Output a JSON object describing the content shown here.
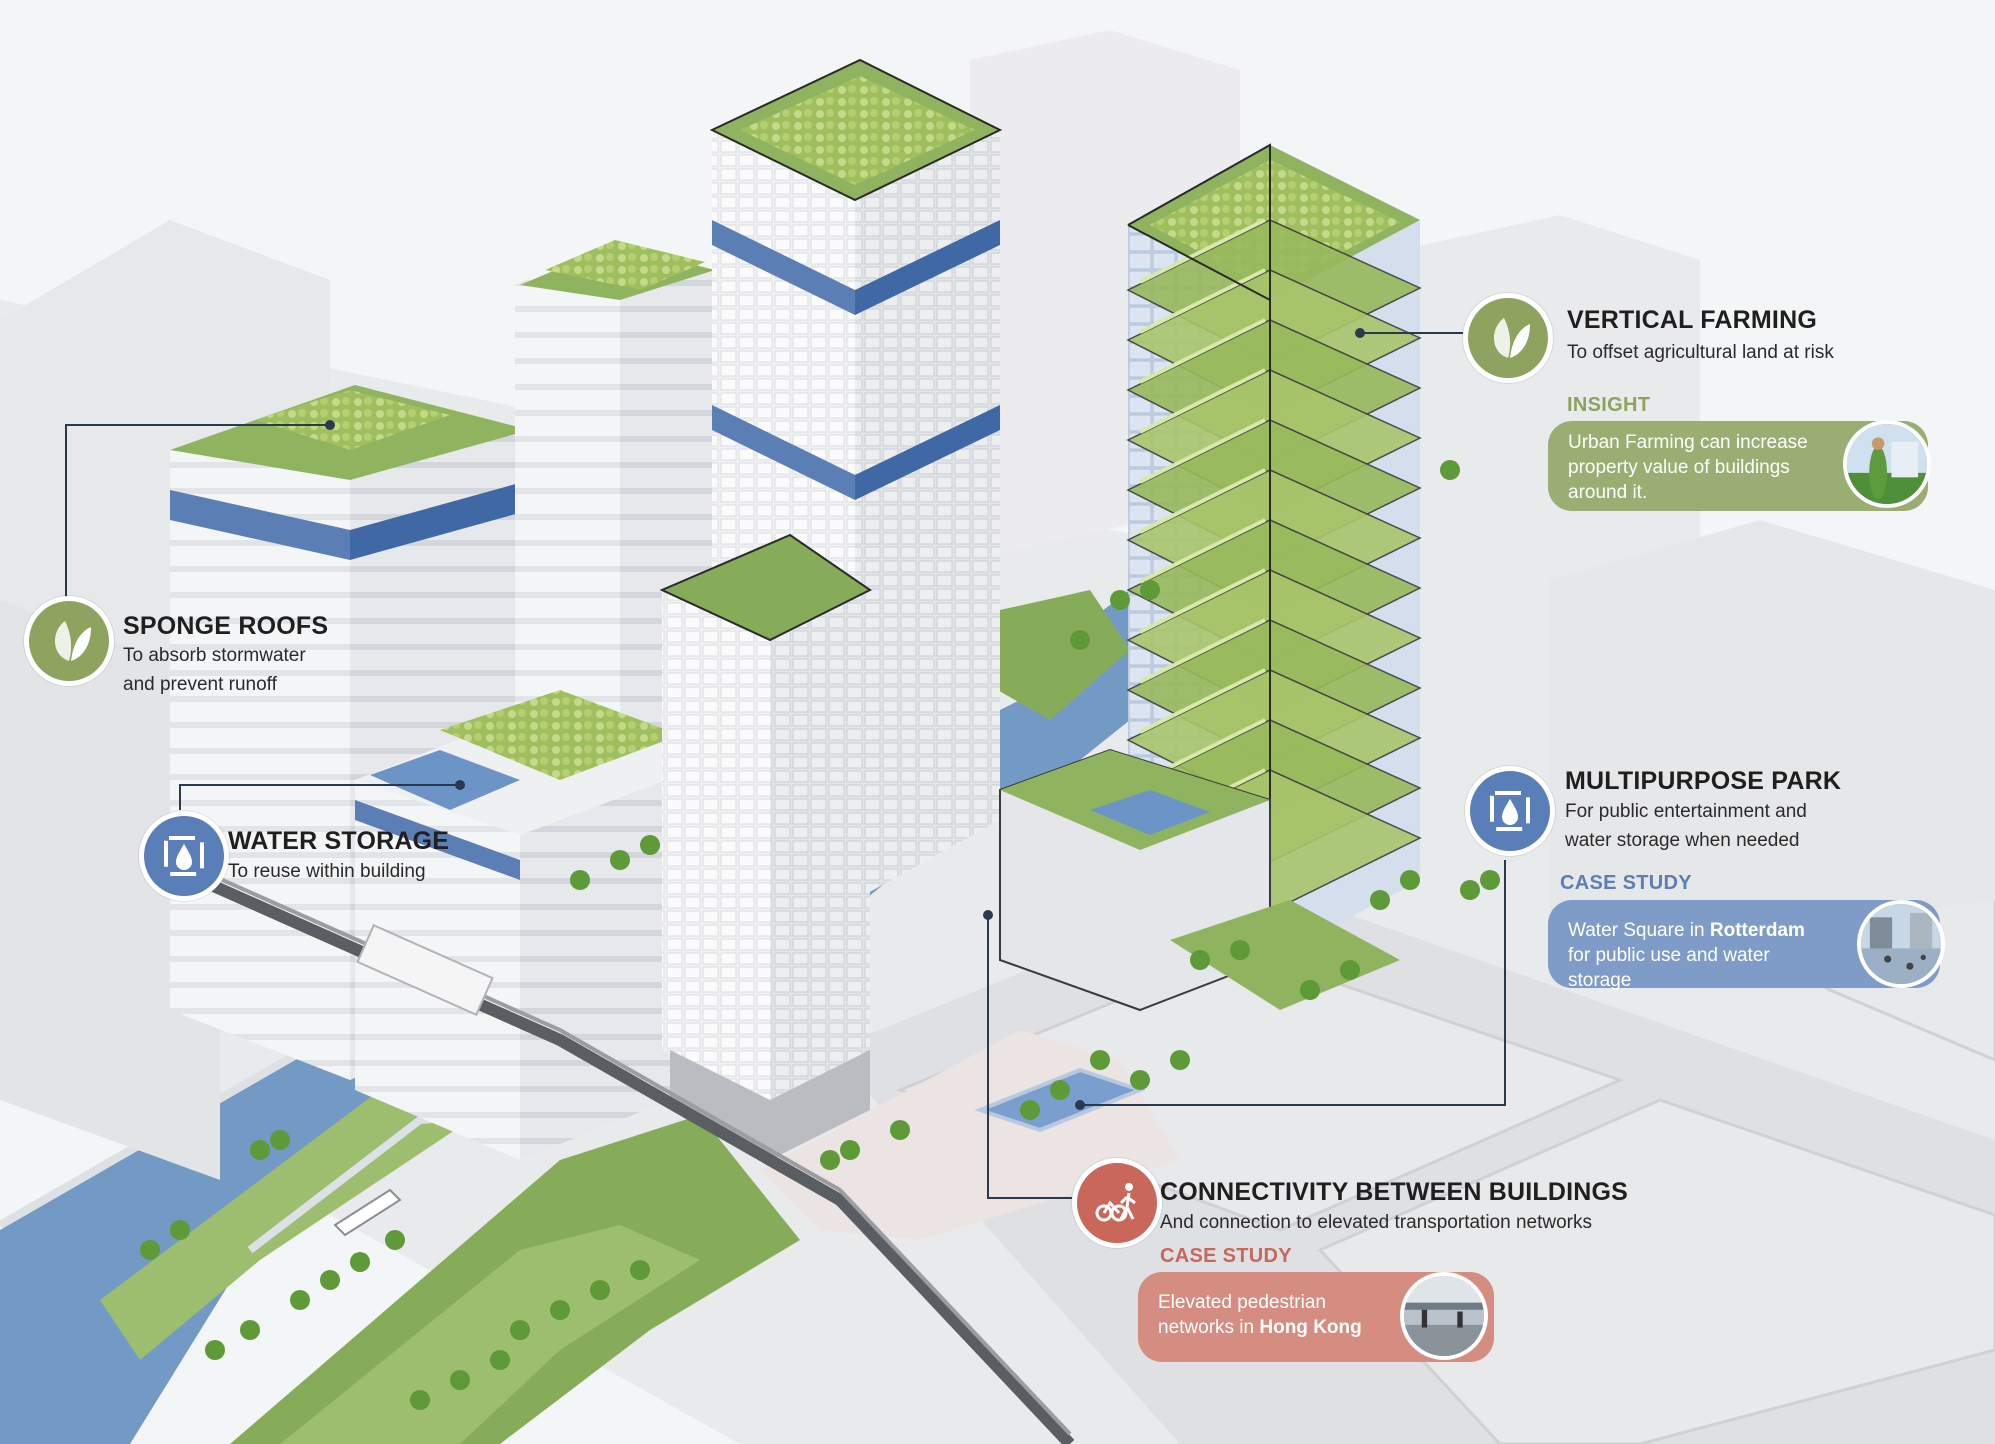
{
  "callouts": {
    "vertical_farming": {
      "title": "VERTICAL FARMING",
      "subtitle": "To offset agricultural land at risk",
      "tag": "INSIGHT",
      "note": "Urban Farming can increase property value of buildings around it.",
      "icon": "leaf-icon"
    },
    "sponge_roofs": {
      "title": "SPONGE ROOFS",
      "subtitle_line1": "To absorb stormwater",
      "subtitle_line2": "and prevent runoff",
      "icon": "leaf-icon"
    },
    "water_storage": {
      "title": "WATER STORAGE",
      "subtitle": "To reuse within building",
      "icon": "water-drop-icon"
    },
    "multipurpose_park": {
      "title": "MULTIPURPOSE PARK",
      "subtitle_line1": "For public entertainment and",
      "subtitle_line2": "water storage when needed",
      "tag": "CASE STUDY",
      "note_pre": "Water Square in ",
      "note_bold": "Rotterdam",
      "note_post": " for public use and water storage",
      "icon": "water-drop-icon"
    },
    "connectivity": {
      "title": "CONNECTIVITY BETWEEN BUILDINGS",
      "subtitle": "And connection to elevated transportation networks",
      "tag": "CASE STUDY",
      "note_pre": "Elevated pedestrian networks in ",
      "note_bold": "Hong Kong",
      "icon": "pedestrian-cyclist-icon"
    }
  },
  "colors": {
    "green": "#8ea35f",
    "green_pill": "#9aae73",
    "blue": "#5a7fb8",
    "blue_pill": "#7f9cc9",
    "red": "#c8675a",
    "red_pill": "#d58d82",
    "water": "#6f97c5",
    "grass": "#86ac5a"
  }
}
